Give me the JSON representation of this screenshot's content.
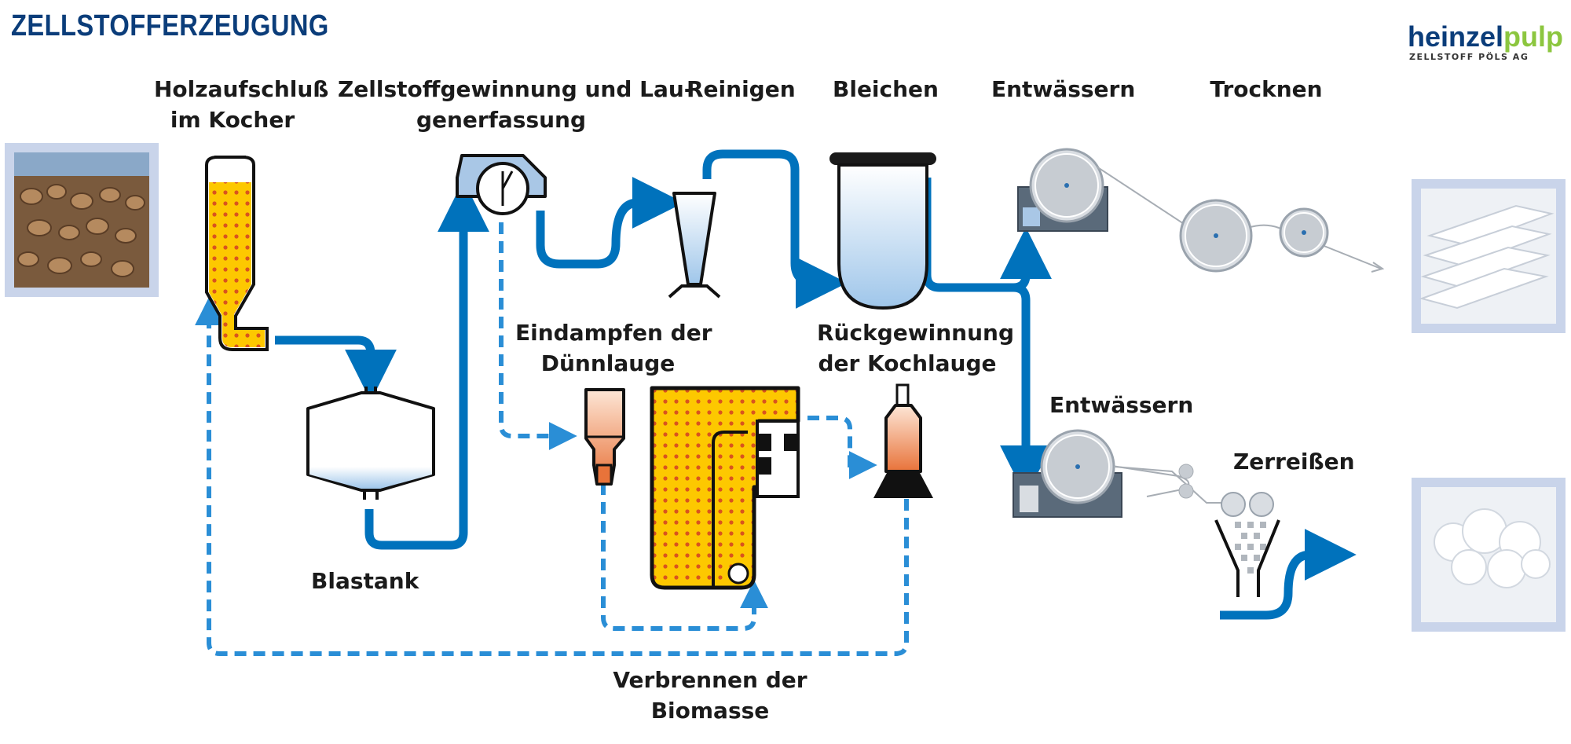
{
  "title": "ZELLSTOFFERZEUGUNG",
  "logo": {
    "brand_a": "heinzel",
    "brand_b": "pulp",
    "tagline": "ZELLSTOFF PÖLS AG"
  },
  "labels": {
    "holzaufschluss_1": "Holzaufschluß",
    "holzaufschluss_2": "im Kocher",
    "zellstoff_1": "Zellstoffgewinnung und Lau-",
    "zellstoff_2": "generfassung",
    "reinigen": "Reinigen",
    "bleichen": "Bleichen",
    "entwaessern_top": "Entwässern",
    "trocknen": "Trocknen",
    "eindampfen_1": "Eindampfen der",
    "eindampfen_2": "Dünnlauge",
    "rueck_1": "Rückgewinnung",
    "rueck_2": "der Kochlauge",
    "entwaessern_mid": "Entwässern",
    "zerreissen": "Zerreißen",
    "blastank": "Blastank",
    "verbrennen_1": "Verbrennen der",
    "verbrennen_2": "Biomasse"
  },
  "colors": {
    "title": "#0b3d7a",
    "flow_solid": "#0072bc",
    "flow_dashed": "#2a8ed6",
    "yellow": "#fdc800",
    "dots": "#d9541e",
    "orange": "#e8733a",
    "grey_machine": "#5a6a7a",
    "frame": "#c9d4ea"
  }
}
